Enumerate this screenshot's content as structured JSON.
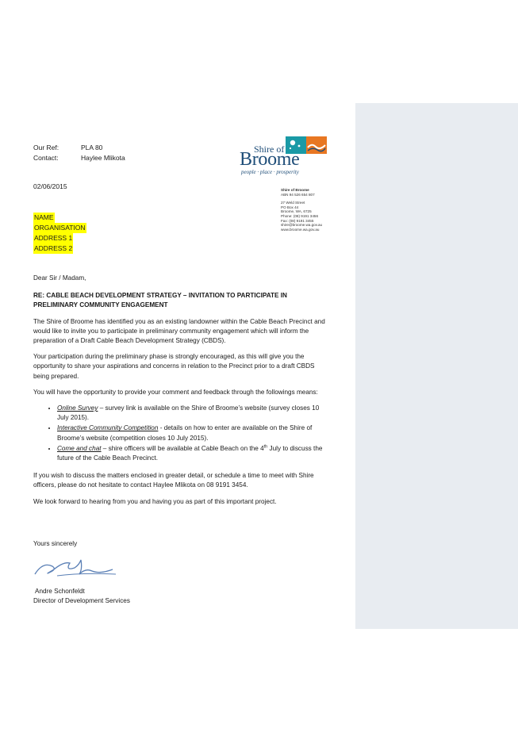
{
  "reference": {
    "our_ref_label": "Our Ref:",
    "our_ref_value": "PLA 80",
    "contact_label": "Contact:",
    "contact_value": "Haylee Mlikota"
  },
  "date": "02/06/2015",
  "recipient": [
    "NAME",
    "ORGANISATION",
    "ADDRESS 1",
    "ADDRESS 2"
  ],
  "logo": {
    "shire_of": "Shire of",
    "name": "Broome",
    "tagline": "people · place · prosperity"
  },
  "shire_contact": {
    "name": "Shire of Broome",
    "abn": "ABN 94 526 654 807",
    "street": "27 Weld Street",
    "po_box": "PO Box 44",
    "city": "Broome, WA, 6725",
    "phone": "Phone: (08) 9191 3456",
    "fax": "Fax: (08) 9191 3455",
    "email": "shire@broome.wa.gov.au",
    "web": "www.broome.wa.gov.au"
  },
  "letter": {
    "salutation": "Dear Sir / Madam,",
    "subject": "RE: CABLE BEACH DEVELOPMENT STRATEGY – INVITATION TO PARTICIPATE IN PRELIMINARY COMMUNITY ENGAGEMENT",
    "para1": "The Shire of Broome has identified you as an existing landowner within the Cable Beach Precinct and would like to invite you to participate in preliminary community engagement which will inform the preparation of a Draft Cable Beach Development Strategy (CBDS).",
    "para2": "Your participation during the preliminary phase is strongly encouraged, as this will give you the opportunity to share your aspirations and concerns in relation to the Precinct prior to a draft CBDS being prepared.",
    "para3": "You will have the opportunity to provide your comment and feedback through the followings means:",
    "bullets": [
      {
        "title": "Online Survey",
        "text": " – survey link is available on the Shire of Broome’s website (survey closes 10 July 2015)."
      },
      {
        "title": "Interactive Community Competition",
        "text": " - details on how to enter are available on the Shire of Broome’s website (competition closes 10 July 2015)."
      },
      {
        "title": "Come and chat",
        "text_before": " – shire officers will be available at Cable Beach on the 4",
        "sup": "th",
        "text_after": " July to discuss the future of the Cable Beach Precinct."
      }
    ],
    "para4": "If you wish to discuss the matters enclosed in greater detail, or schedule a time to meet with Shire officers, please do not hesitate to contact Haylee Mlikota on 08 9191 3454.",
    "para5": "We look forward to hearing from you and having you as part of this important project.",
    "closing": "Yours sincerely",
    "signatory": "Andre Schonfeldt",
    "signatory_title": "Director of Development Services"
  },
  "colors": {
    "side_panel": "#e8ecf1",
    "highlight": "#ffff00",
    "logo_blue": "#1f4e79",
    "logo_teal": "#1a9aa6",
    "logo_orange": "#e87722"
  }
}
